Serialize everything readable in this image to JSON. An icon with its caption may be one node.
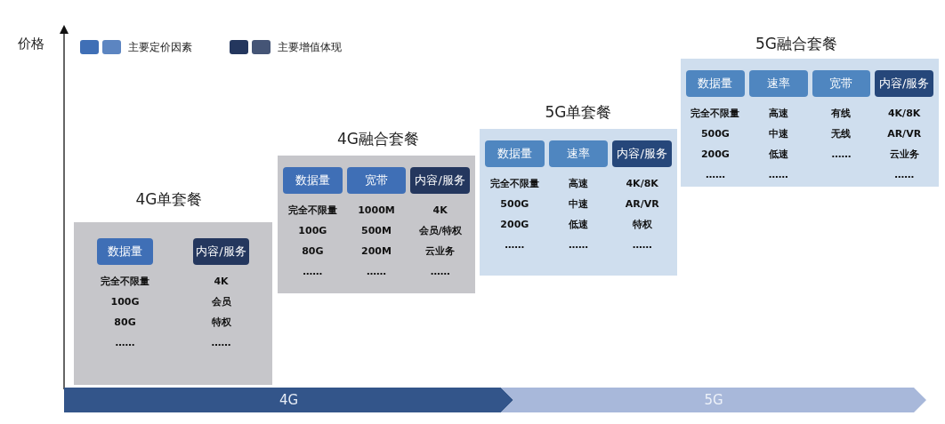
{
  "diagram": {
    "nodes": [
      {
        "text": [
          "4G单套餐"
        ]
      },
      {
        "text": [
          "数据量"
        ],
        "in": 0,
        "beside": [
          "完全不限量",
          "100G",
          "80G",
          "……"
        ]
      },
      {
        "text": [
          "内容/服务"
        ],
        "in": 0,
        "beside": [
          "4K",
          "会员",
          "特权",
          "……"
        ]
      },
      {
        "text": [
          "4G融合套餐"
        ]
      },
      {
        "text": [
          "数据量"
        ],
        "in": 3,
        "beside": [
          "完全不限量",
          "100G",
          "80G",
          "……"
        ]
      },
      {
        "text": [
          "宽带"
        ],
        "in": 3,
        "beside": [
          "1000M",
          "500M",
          "200M",
          "……"
        ]
      },
      {
        "text": [
          "内容/服务"
        ],
        "in": 3,
        "beside": [
          "4K",
          "会员/特权",
          "云业务",
          "……"
        ]
      },
      {
        "text": [
          "5G单套餐"
        ]
      },
      {
        "text": [
          "数据量"
        ],
        "in": 7,
        "beside": [
          "完全不限量",
          "500G",
          "200G",
          "……"
        ]
      },
      {
        "text": [
          "速率"
        ],
        "in": 7,
        "beside": [
          "高速",
          "中速",
          "低速",
          "……"
        ]
      },
      {
        "text": [
          "内容/服务"
        ],
        "in": 7,
        "beside": [
          "4K/8K",
          "AR/VR",
          "特权",
          "……"
        ]
      },
      {
        "text": [
          "5G融合套餐"
        ]
      },
      {
        "text": [
          "数据量"
        ],
        "in": 11,
        "beside": [
          "完全不限量",
          "500G",
          "200G",
          "……"
        ]
      },
      {
        "text": [
          "速率"
        ],
        "in": 11,
        "beside": [
          "高速",
          "中速",
          "低速",
          "……"
        ]
      },
      {
        "text": [
          "宽带"
        ],
        "in": 11,
        "beside": [
          "有线",
          "无线",
          "……"
        ]
      },
      {
        "text": [
          "内容/服务"
        ],
        "in": 11,
        "beside": [
          "4K/8K",
          "AR/VR",
          "云业务",
          "……"
        ]
      },
      {
        "text": [
          "4G"
        ]
      },
      {
        "text": [
          "5G"
        ]
      }
    ],
    "edges": [],
    "labels": [
      "价格"
    ],
    "legend": [
      {
        "text": "主要定价因素",
        "color": "#3f6fb6"
      },
      {
        "text": "主要增值体现",
        "color": "#24375e"
      }
    ]
  }
}
